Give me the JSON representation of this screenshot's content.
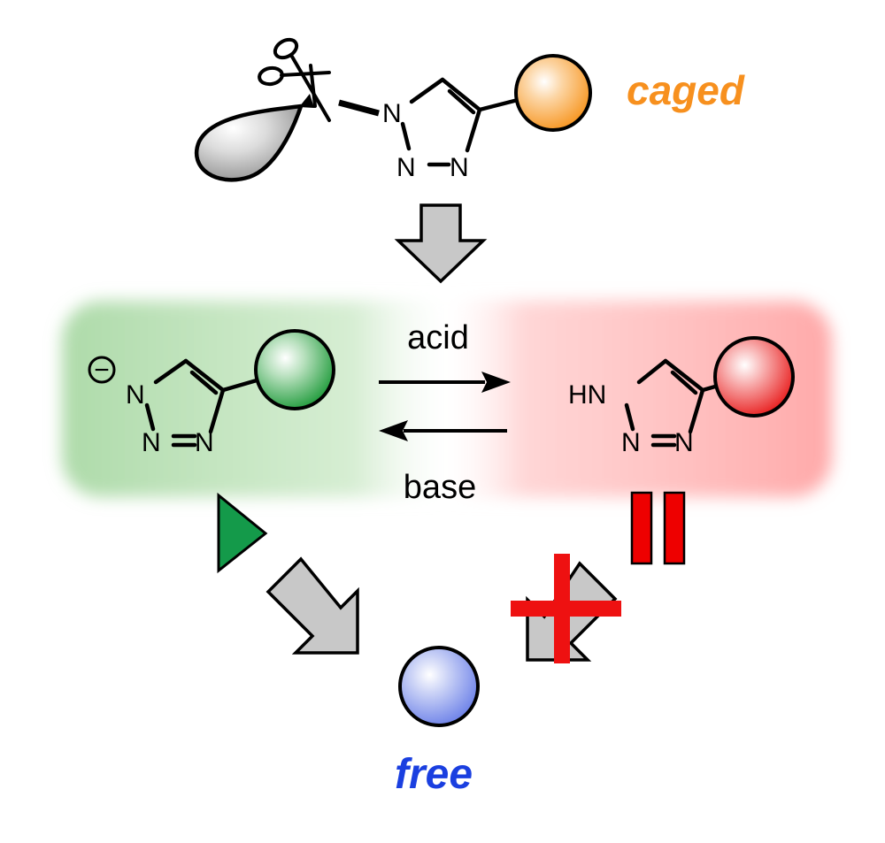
{
  "labels": {
    "caged": "caged",
    "free": "free",
    "acid": "acid",
    "base": "base"
  },
  "atoms": {
    "n": "N",
    "hn": "HN",
    "charge": "−"
  },
  "colors": {
    "caged_text": "#f7901e",
    "free_text": "#1a3fe0",
    "anion_zone": "#9fd49a",
    "neutral_zone": "#ff9a9a",
    "orange_sphere": "#f7941d",
    "green_sphere": "#1e9a3a",
    "red_sphere": "#e81c1c",
    "blue_sphere": "#6a7fe8",
    "gray_arrow": "#c8c8c8",
    "play_symbol": "#149a4a",
    "pause_symbol": "#ee0000",
    "block_cross": "#ee1111"
  },
  "icons": {
    "cleave": "scissors-icon",
    "proceeds": "play-icon",
    "halted": "pause-icon",
    "blocked": "cross-icon"
  }
}
